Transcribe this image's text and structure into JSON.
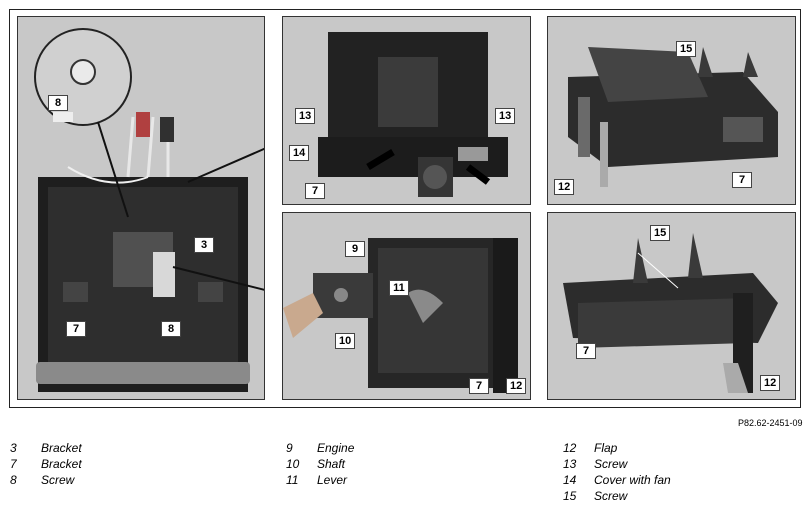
{
  "reference": "P82.62-2451-09",
  "callouts": {
    "p1": [
      "8",
      "3",
      "8",
      "7"
    ],
    "p2": [
      "13",
      "13",
      "14",
      "7"
    ],
    "p3": [
      "15",
      "12",
      "7"
    ],
    "p4": [
      "9",
      "11",
      "10",
      "7",
      "12"
    ],
    "p5": [
      "15",
      "7",
      "12"
    ]
  },
  "legend": {
    "col1": [
      {
        "num": "3",
        "text": "Bracket"
      },
      {
        "num": "7",
        "text": "Bracket"
      },
      {
        "num": "8",
        "text": "Screw"
      }
    ],
    "col2": [
      {
        "num": "9",
        "text": "Engine"
      },
      {
        "num": "10",
        "text": "Shaft"
      },
      {
        "num": "11",
        "text": "Lever"
      }
    ],
    "col3": [
      {
        "num": "12",
        "text": "Flap"
      },
      {
        "num": "13",
        "text": "Screw"
      },
      {
        "num": "14",
        "text": "Cover with fan"
      },
      {
        "num": "15",
        "text": "Screw"
      }
    ]
  }
}
